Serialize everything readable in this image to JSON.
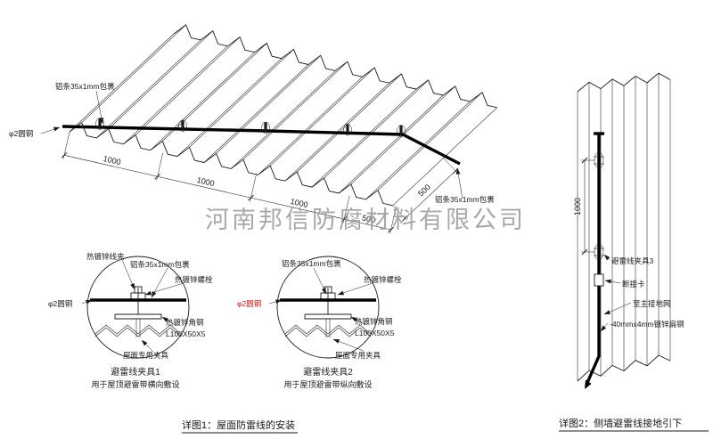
{
  "watermark": "河南邦信防腐材料有限公司",
  "colors": {
    "line": "#1a1a1a",
    "red": "#cc1111",
    "watermark": "#9a9a9a"
  },
  "roof": {
    "label_alum_top": "铝条35x1mm包裹",
    "label_round_steel": "φ2圆钢",
    "label_alum_right": "铝条35x1mm包裹",
    "dims": [
      "1000",
      "1000",
      "1000",
      "500"
    ],
    "dim_right": "500"
  },
  "detail1": {
    "title": "避雷线夹具1",
    "subtitle": "用于屋顶避雷带横向敷设",
    "labels": {
      "wire_clip": "热镀锌线夹",
      "alum": "铝条35x1mm包裹",
      "bolt": "热镀锌螺栓",
      "round_steel": "φ2圆钢",
      "angle_steel": "热镀锌角钢",
      "angle_spec": "L100X50X5",
      "roof_clamp": "屋面专用夹具"
    }
  },
  "detail2": {
    "title": "避雷线夹具2",
    "subtitle": "用于屋顶避雷带纵向敷设",
    "labels": {
      "alum": "铝条35x1mm包裹",
      "bolt": "热镀锌螺栓",
      "round_steel": "φ2圆钢",
      "angle_steel": "热镀锌角钢",
      "angle_spec": "L100X50X5",
      "roof_clamp": "屋面专用夹具"
    }
  },
  "caption1": "详图1：屋面防雷线的安装",
  "wall": {
    "dim": "1000",
    "labels": {
      "clamp3": "避雷线夹具3",
      "disconnect": "断接卡",
      "to_ground": "至主接地网",
      "flat_steel": "-40mmx4mm镀锌扁钢"
    }
  },
  "caption2": "详图2：侧墙避雷线接地引下"
}
